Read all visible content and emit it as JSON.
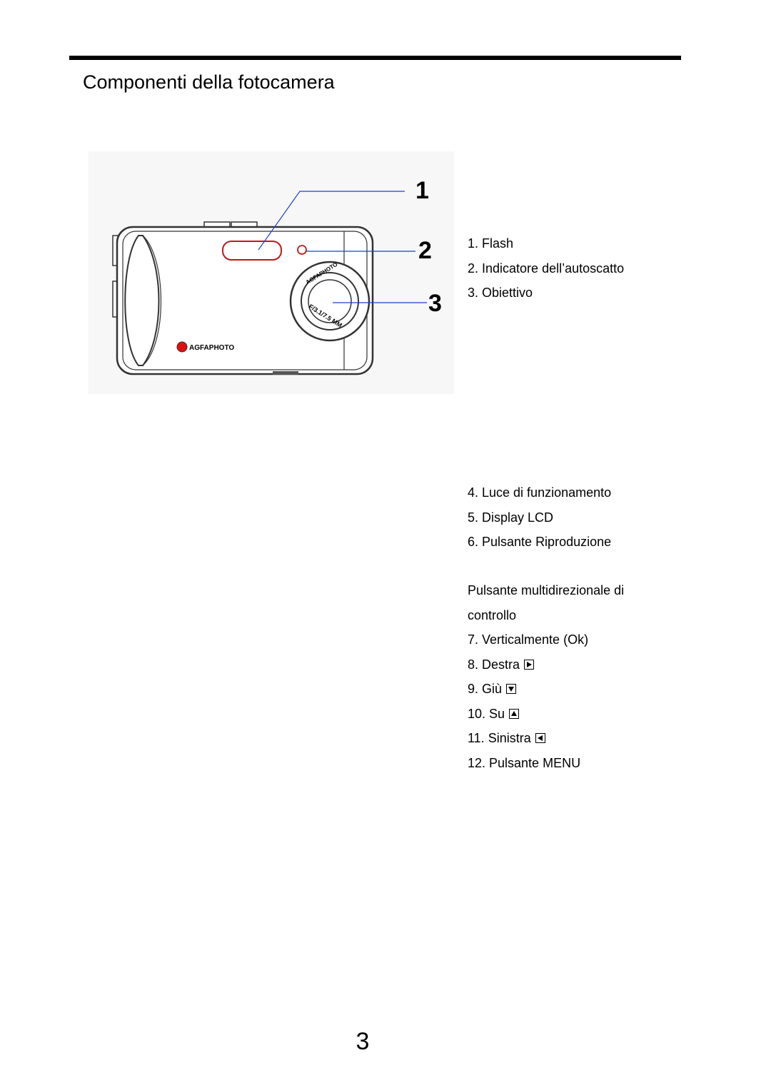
{
  "page": {
    "title": "Componenti della fotocamera",
    "page_number": "3"
  },
  "figure": {
    "brand_logo_text": "AGFAPHOTO",
    "lens_ring_top_text": "AGFAPHOTO",
    "lens_ring_bottom_text": "F/3.1/7.5 MM",
    "callouts": [
      "1",
      "2",
      "3"
    ],
    "colors": {
      "callout_line": "#1f3fd0",
      "brand_dot": "#e01010",
      "body_outline": "#333333"
    }
  },
  "list_a": [
    "1. Flash",
    "2. Indicatore dell’autoscatto",
    "3. Obiettivo"
  ],
  "list_b": [
    "4. Luce di funzionamento",
    "5. Display LCD",
    "6. Pulsante Riproduzione"
  ],
  "list_c": {
    "heading_line1": "Pulsante multidirezionale di",
    "heading_line2": "controllo",
    "items": [
      {
        "label": "7. Verticalmente (Ok)",
        "icon": ""
      },
      {
        "label": "8. Destra",
        "icon": "arrow-right-icon"
      },
      {
        "label": "9. Giù",
        "icon": "arrow-down-icon"
      },
      {
        "label": "10. Su",
        "icon": "arrow-up-icon"
      },
      {
        "label": "11. Sinistra",
        "icon": "arrow-left-icon"
      },
      {
        "label": "12. Pulsante MENU",
        "icon": ""
      }
    ]
  }
}
